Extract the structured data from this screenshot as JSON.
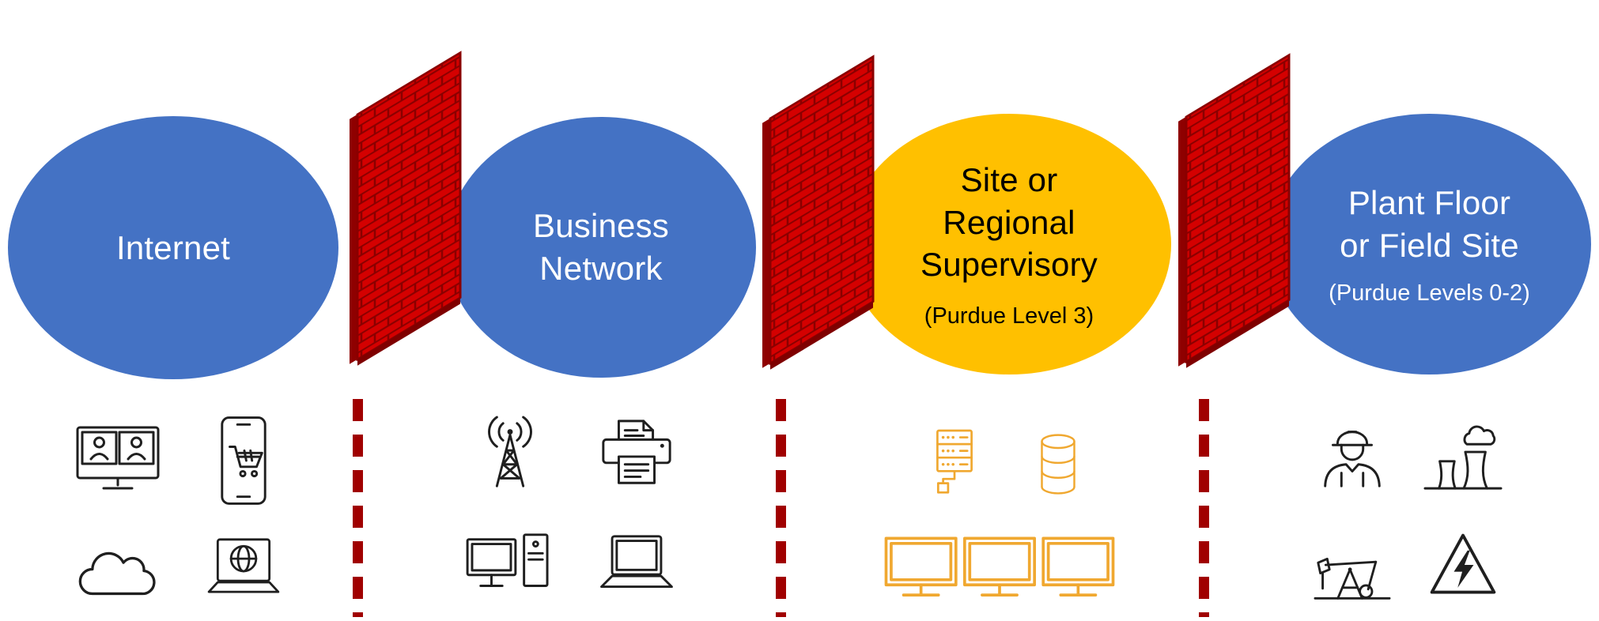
{
  "diagram_title": "Purdue model network segmentation zones",
  "zones": [
    {
      "name": "internet",
      "label": "Internet",
      "sublabel": "",
      "fill": "#4472C4",
      "text_color": "#FFFFFF",
      "icons": [
        "video-conference",
        "mobile-shopping",
        "cloud",
        "laptop-globe"
      ]
    },
    {
      "name": "business-network",
      "label": "Business\nNetwork",
      "sublabel": "",
      "fill": "#4472C4",
      "text_color": "#FFFFFF",
      "icons": [
        "radio-tower",
        "printer",
        "desktop-computer",
        "laptop"
      ]
    },
    {
      "name": "site-regional-supervisory",
      "label": "Site or\nRegional\nSupervisory",
      "sublabel": "(Purdue Level 3)",
      "fill": "#FFC000",
      "text_color": "#000000",
      "icons": [
        "server-rack",
        "database",
        "operator-monitors"
      ]
    },
    {
      "name": "plant-floor-field-site",
      "label": "Plant Floor\nor Field Site",
      "sublabel": "(Purdue Levels 0-2)",
      "fill": "#4472C4",
      "text_color": "#FFFFFF",
      "icons": [
        "field-worker",
        "power-plant",
        "pump-jack",
        "high-voltage"
      ]
    }
  ],
  "separators": {
    "firewall_count": 3,
    "firewall_style": "red-brick-wall",
    "dashed_line_count": 3
  },
  "colors": {
    "zone_blue": "#4472C4",
    "zone_yellow": "#FFC000",
    "text_on_blue": "#FFFFFF",
    "text_on_yellow": "#000000",
    "firewall_brick": "#D40000",
    "firewall_mortar": "#8A0000",
    "dashed_line": "#A00000",
    "icon_black": "#1F1F1F",
    "icon_gold": "#F0A830"
  }
}
